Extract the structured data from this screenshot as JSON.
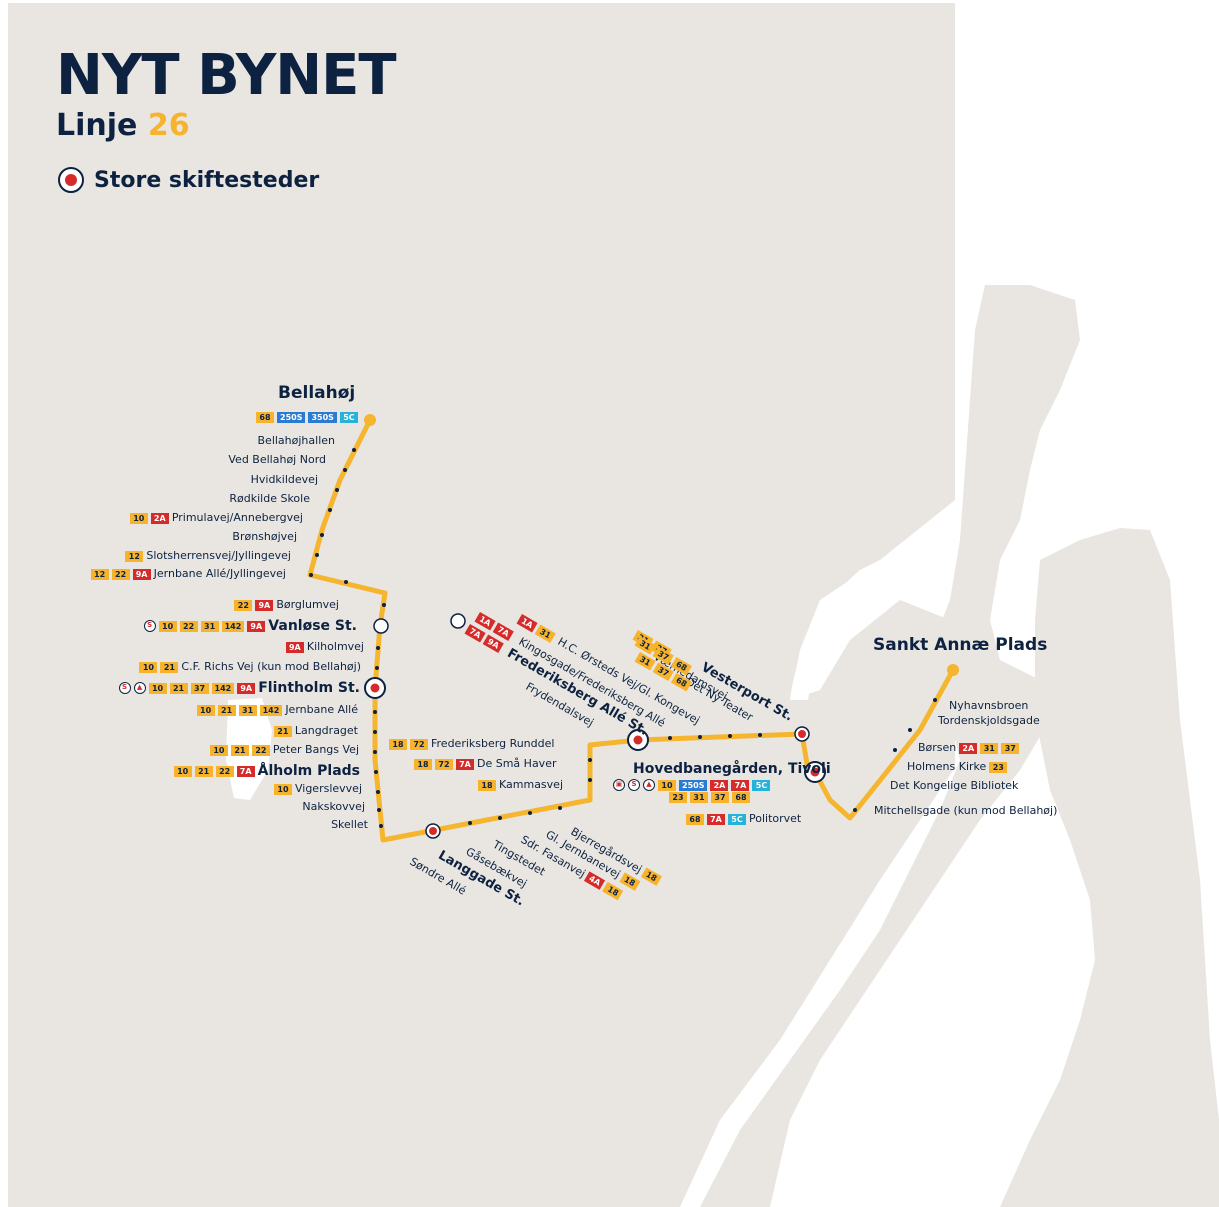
{
  "header": {
    "title": "NYT BYNET",
    "subtitle_prefix": "Linje",
    "subtitle_number": "26",
    "legend_label": "Store skiftesteder"
  },
  "colors": {
    "land": "#e9e6e1",
    "water": "#ffffff",
    "route": "#f5b52e",
    "text": "#0d2240",
    "transfer_red": "#d62b2b"
  },
  "terminals": {
    "bellahoj": "Bellahøj",
    "sankt_annae": "Sankt Annæ Plads"
  },
  "stops_left": [
    {
      "name": "Bellahøjhallen",
      "lines": []
    },
    {
      "name": "Ved Bellahøj Nord",
      "lines": []
    },
    {
      "name": "Hvidkildevej",
      "lines": []
    },
    {
      "name": "Rødkilde Skole",
      "lines": []
    },
    {
      "name": "Primulavej/Annebergvej",
      "lines": [
        "10",
        "2A"
      ]
    },
    {
      "name": "Brønshøjvej",
      "lines": []
    },
    {
      "name": "Slotsherrensvej/Jyllingevej",
      "lines": [
        "12"
      ]
    },
    {
      "name": "Jernbane Allé/Jyllingevej",
      "lines": [
        "12",
        "22",
        "9A"
      ]
    },
    {
      "name": "Børglumvej",
      "lines": [
        "22",
        "9A"
      ]
    },
    {
      "name": "Vanløse St.",
      "lines": [
        "10",
        "22",
        "31",
        "142",
        "9A"
      ]
    },
    {
      "name": "Kilholmvej",
      "lines": [
        "9A"
      ]
    },
    {
      "name": "C.F. Richs Vej (kun mod Bellahøj)",
      "lines": [
        "10",
        "21"
      ]
    },
    {
      "name": "Flintholm St.",
      "lines": [
        "10",
        "21",
        "37",
        "142",
        "9A"
      ]
    },
    {
      "name": "Jernbane Allé",
      "lines": [
        "10",
        "21",
        "31",
        "142"
      ]
    },
    {
      "name": "Langdraget",
      "lines": [
        "21"
      ]
    },
    {
      "name": "Peter Bangs Vej",
      "lines": [
        "10",
        "21",
        "22"
      ]
    },
    {
      "name": "Ålholm Plads",
      "lines": [
        "10",
        "21",
        "22",
        "7A"
      ]
    },
    {
      "name": "Vigerslevvej",
      "lines": [
        "10"
      ]
    },
    {
      "name": "Nakskovvej",
      "lines": []
    },
    {
      "name": "Skellet",
      "lines": []
    }
  ],
  "bellahoj_lines": [
    "68",
    "250S",
    "350S",
    "5C"
  ],
  "stops_middle": [
    {
      "name": "Frederiksberg Runddel",
      "lines": [
        "18",
        "72"
      ]
    },
    {
      "name": "De Små Haver",
      "lines": [
        "18",
        "72",
        "7A"
      ]
    },
    {
      "name": "Kammasvej",
      "lines": [
        "18"
      ]
    }
  ],
  "stops_diag_south": [
    {
      "name": "Søndre Allé"
    },
    {
      "name": "Langgade St."
    },
    {
      "name": "Gåsebækvej"
    },
    {
      "name": "Tingstedet"
    },
    {
      "name": "Sdr. Fasanvej",
      "lines": [
        "4A",
        "18"
      ]
    },
    {
      "name": "Gl. Jernbanevej",
      "lines": [
        "18"
      ]
    },
    {
      "name": "Bjerregårdsvej",
      "lines": [
        "18"
      ]
    }
  ],
  "stops_diag_north": [
    {
      "name": "Frydendalsvej"
    },
    {
      "name": "Frederiksberg Allé St.",
      "lines": [
        "7A",
        "9A"
      ]
    },
    {
      "name": "Kingosgade/Frederiksberg Allé",
      "lines": [
        "1A",
        "7A"
      ]
    },
    {
      "name": "H.C. Ørsteds Vej/Gl. Kongevej",
      "lines": [
        "1A",
        "31"
      ]
    },
    {
      "name": "Værnedamsvej",
      "lines": [
        "31",
        "37"
      ]
    },
    {
      "name": "Det Ny Teater",
      "lines": [
        "31",
        "37",
        "68"
      ]
    },
    {
      "name": "Vesterport St.",
      "lines": [
        "31",
        "37",
        "68"
      ]
    }
  ],
  "hovedbanegarden": {
    "name": "Hovedbanegården, Tivoli",
    "lines_row1": [
      "10",
      "250S",
      "2A",
      "7A",
      "5C"
    ],
    "lines_row2": [
      "23",
      "31",
      "37",
      "68"
    ]
  },
  "politorvet": {
    "name": "Politorvet",
    "lines": [
      "68",
      "7A",
      "5C"
    ]
  },
  "stops_right": [
    {
      "name": "Nyhavnsbroen",
      "lines": []
    },
    {
      "name": "Tordenskjoldsgade",
      "lines": []
    },
    {
      "name": "Børsen",
      "lines": [
        "2A",
        "31",
        "37"
      ]
    },
    {
      "name": "Holmens Kirke",
      "lines": [
        "23"
      ]
    },
    {
      "name": "Det Kongelige Bibliotek",
      "lines": []
    },
    {
      "name": "Mitchellsgade (kun mod Bellahøj)",
      "lines": []
    }
  ]
}
